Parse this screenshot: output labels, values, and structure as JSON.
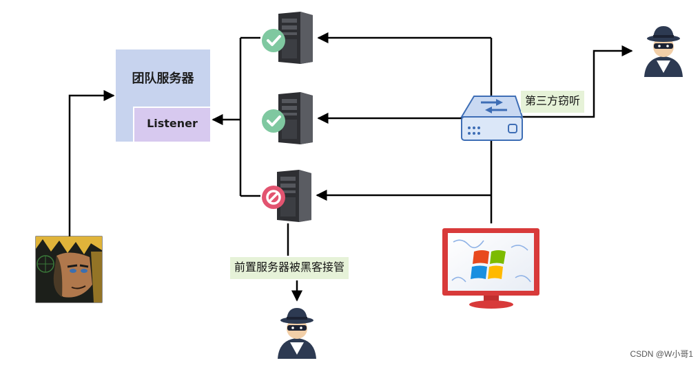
{
  "team_server": {
    "label": "团队服务器",
    "listener_label": "Listener"
  },
  "tags": {
    "eavesdrop": "第三方窃听",
    "hijacked": "前置服务器被黑客接管"
  },
  "servers": [
    {
      "status": "ok",
      "status_icon": "check-icon"
    },
    {
      "status": "ok",
      "status_icon": "check-icon"
    },
    {
      "status": "blocked",
      "status_icon": "prohibited-icon"
    }
  ],
  "icons": {
    "attacker_avatar": "attacker-avatar-icon",
    "hacker_top": "hacker-icon",
    "hacker_bottom": "hacker-icon",
    "router": "router-icon",
    "monitor": "windows-monitor-icon"
  },
  "colors": {
    "team_box": "#c7d3ee",
    "listener_box": "#d7c9ef",
    "tag_bg": "#e6f2d8",
    "ok_badge": "#7fc8a0",
    "blocked_badge": "#e25470",
    "arrow": "#000000"
  },
  "watermark": "CSDN @W小哥1"
}
